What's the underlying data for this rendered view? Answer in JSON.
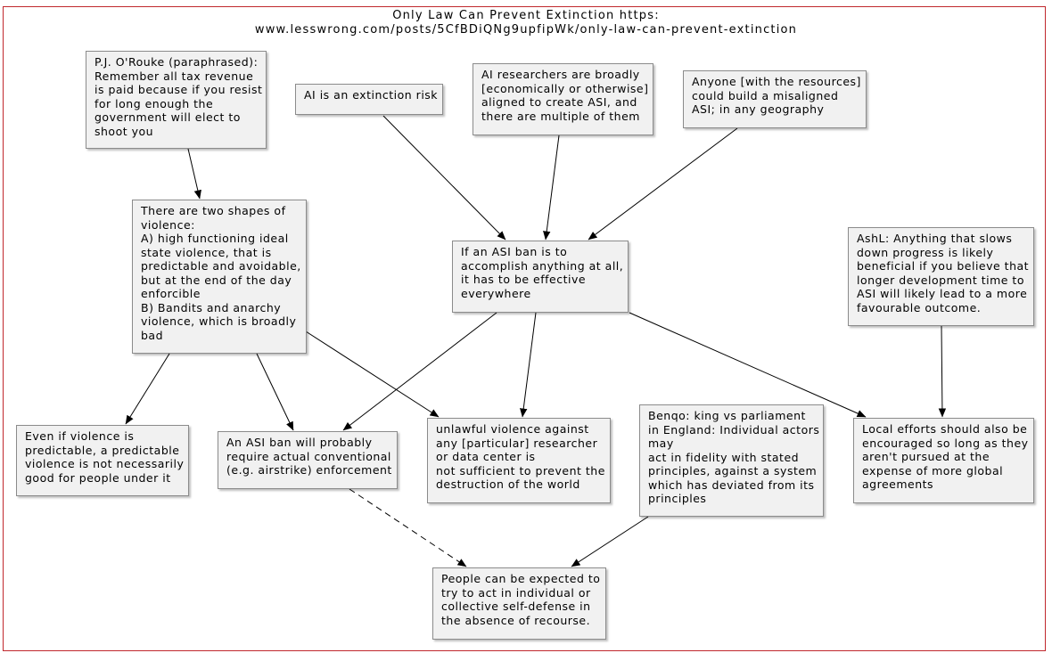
{
  "title_lines": [
    "Only Law Can Prevent Extinction https:",
    "www.lesswrong.com/posts/5CfBDiQNg9upfipWk/only-law-can-prevent-extinction"
  ],
  "nodes": {
    "orourke": {
      "lines": [
        "P.J. O'Rouke (paraphrased):",
        "Remember all tax revenue",
        "is paid because if you resist",
        "for long enough the",
        "government will elect to",
        "shoot you"
      ]
    },
    "extinction_risk": {
      "lines": [
        "AI is an extinction risk"
      ]
    },
    "researchers_aligned": {
      "lines": [
        "AI researchers are broadly",
        "[economically or otherwise]",
        "aligned to create ASI, and",
        "there are multiple of them"
      ]
    },
    "anyone_build": {
      "lines": [
        "Anyone [with the resources]",
        "could build a misaligned",
        "ASI; in any geography"
      ]
    },
    "two_shapes": {
      "lines": [
        "There are two shapes of",
        "violence:",
        "A) high functioning ideal",
        "state violence, that is",
        "predictable and avoidable,",
        "but at the end of the day",
        "enforcible",
        "B) Bandits and anarchy",
        "violence, which is broadly",
        "bad"
      ]
    },
    "asi_ban_everywhere": {
      "lines": [
        "If an ASI ban is to",
        "accomplish anything at all,",
        "it has to be effective",
        "everywhere"
      ]
    },
    "ashl": {
      "lines": [
        "AshL: Anything that slows",
        "down progress is likely",
        "beneficial if you believe that",
        "longer development time to",
        "ASI will likely lead to a more",
        "favourable outcome."
      ]
    },
    "predictable_violence": {
      "lines": [
        "Even if violence is",
        "predictable, a predictable",
        "violence is not necessarily",
        "good for people under it"
      ]
    },
    "conventional_enforcement": {
      "lines": [
        "An ASI ban will probably",
        "require actual conventional",
        "(e.g. airstrike) enforcement"
      ]
    },
    "unlawful_violence": {
      "lines": [
        "unlawful violence against",
        "any [particular] researcher",
        "or data center is",
        "not sufficient to prevent the",
        "destruction of the world"
      ]
    },
    "benqo": {
      "lines": [
        "Benqo: king vs parliament",
        "in England: Individual actors",
        "may",
        "act in fidelity with stated",
        "principles, against a system",
        "which has deviated from its",
        "principles"
      ]
    },
    "local_efforts": {
      "lines": [
        "Local efforts should also be",
        "encouraged so long as they",
        "aren't pursued at the",
        "expense of more global",
        "agreements"
      ]
    },
    "self_defense": {
      "lines": [
        "People can be expected to",
        "try to act in individual or",
        "collective self-defense in",
        "the absence of recourse."
      ]
    }
  },
  "edges": [
    {
      "from": "orourke",
      "to": "two_shapes",
      "style": "solid"
    },
    {
      "from": "extinction_risk",
      "to": "asi_ban_everywhere",
      "style": "solid"
    },
    {
      "from": "researchers_aligned",
      "to": "asi_ban_everywhere",
      "style": "solid"
    },
    {
      "from": "anyone_build",
      "to": "asi_ban_everywhere",
      "style": "solid"
    },
    {
      "from": "two_shapes",
      "to": "predictable_violence",
      "style": "solid"
    },
    {
      "from": "two_shapes",
      "to": "conventional_enforcement",
      "style": "solid"
    },
    {
      "from": "two_shapes",
      "to": "unlawful_violence",
      "style": "solid"
    },
    {
      "from": "asi_ban_everywhere",
      "to": "conventional_enforcement",
      "style": "solid"
    },
    {
      "from": "asi_ban_everywhere",
      "to": "unlawful_violence",
      "style": "solid"
    },
    {
      "from": "asi_ban_everywhere",
      "to": "local_efforts",
      "style": "solid"
    },
    {
      "from": "ashl",
      "to": "local_efforts",
      "style": "solid"
    },
    {
      "from": "conventional_enforcement",
      "to": "self_defense",
      "style": "dashed"
    },
    {
      "from": "benqo",
      "to": "self_defense",
      "style": "solid"
    }
  ],
  "colors": {
    "frame_border": "#c0282d",
    "node_fill": "#f1f1f1",
    "node_border": "#8b8b8b",
    "edge": "#000000"
  }
}
